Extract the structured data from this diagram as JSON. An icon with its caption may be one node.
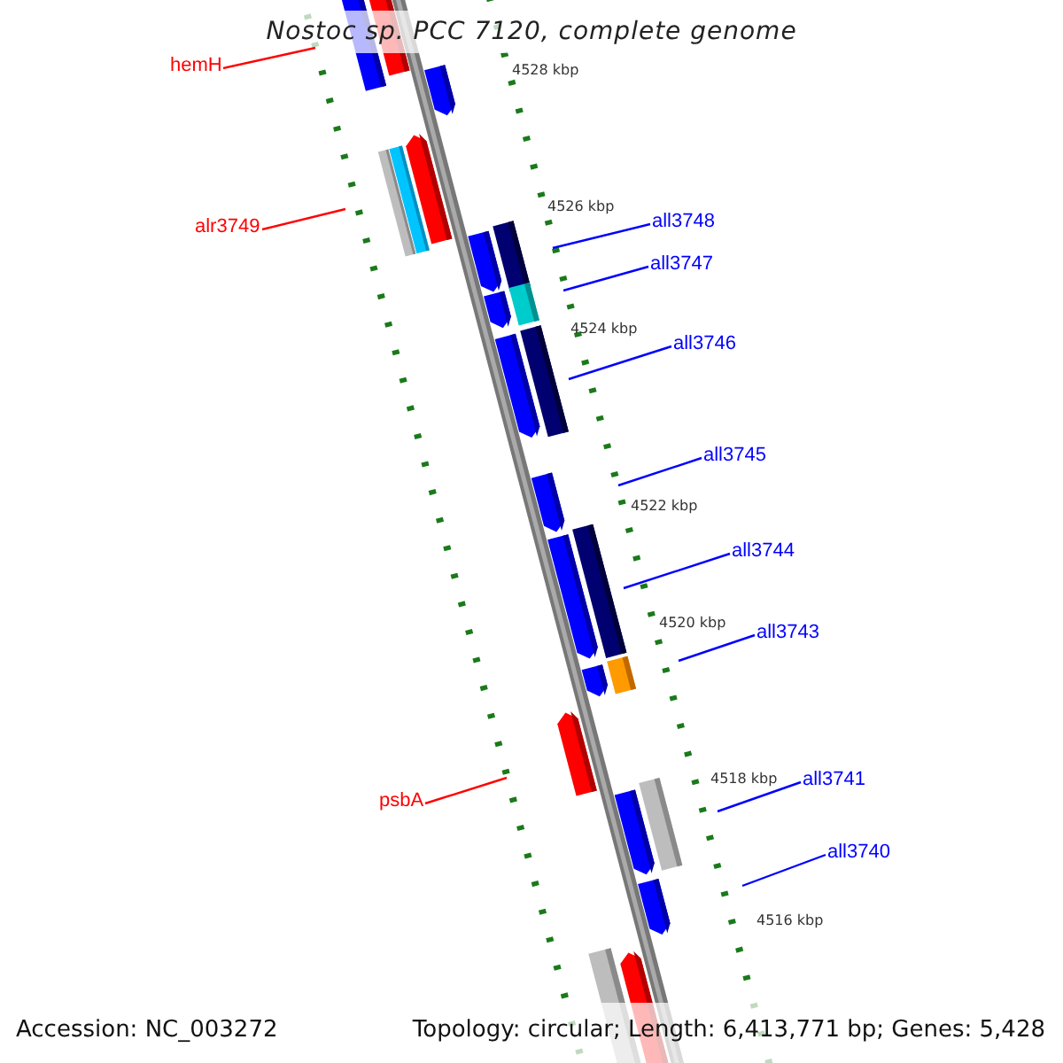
{
  "diagram": {
    "title": "Nostoc sp. PCC 7120, complete genome",
    "nodes": [
      {
        "text": [
          "hemH"
        ]
      },
      {
        "text": [
          "alr3749"
        ]
      },
      {
        "text": [
          "all3748"
        ]
      },
      {
        "text": [
          "all3747"
        ]
      },
      {
        "text": [
          "all3746"
        ]
      },
      {
        "text": [
          "all3745"
        ]
      },
      {
        "text": [
          "all3744"
        ]
      },
      {
        "text": [
          "all3743"
        ]
      },
      {
        "text": [
          "psbA"
        ]
      },
      {
        "text": [
          "all3741"
        ]
      },
      {
        "text": [
          "all3740"
        ]
      }
    ],
    "edges": [
      {
        "from": 0,
        "to": null,
        "arrow": "none",
        "color": "#ff0000"
      },
      {
        "from": 1,
        "to": null,
        "arrow": "none",
        "color": "#ff0000"
      },
      {
        "from": 2,
        "to": null,
        "arrow": "none"
      },
      {
        "from": 3,
        "to": null,
        "arrow": "none"
      },
      {
        "from": 4,
        "to": null,
        "arrow": "none"
      },
      {
        "from": 5,
        "to": null,
        "arrow": "none"
      },
      {
        "from": 6,
        "to": null,
        "arrow": "none"
      },
      {
        "from": 7,
        "to": null,
        "arrow": "none"
      },
      {
        "from": 8,
        "to": null,
        "arrow": "none",
        "color": "#ff0000"
      },
      {
        "from": 9,
        "to": null,
        "arrow": "none"
      },
      {
        "from": 10,
        "to": null,
        "arrow": "none"
      }
    ],
    "labels": [
      "4528 kbp",
      "4526 kbp",
      "4524 kbp",
      "4522 kbp",
      "4520 kbp",
      "4518 kbp",
      "4516 kbp",
      "Accession: NC_003272",
      "Topology: circular; Length: 6,413,771 bp; Genes: 5,428"
    ]
  }
}
